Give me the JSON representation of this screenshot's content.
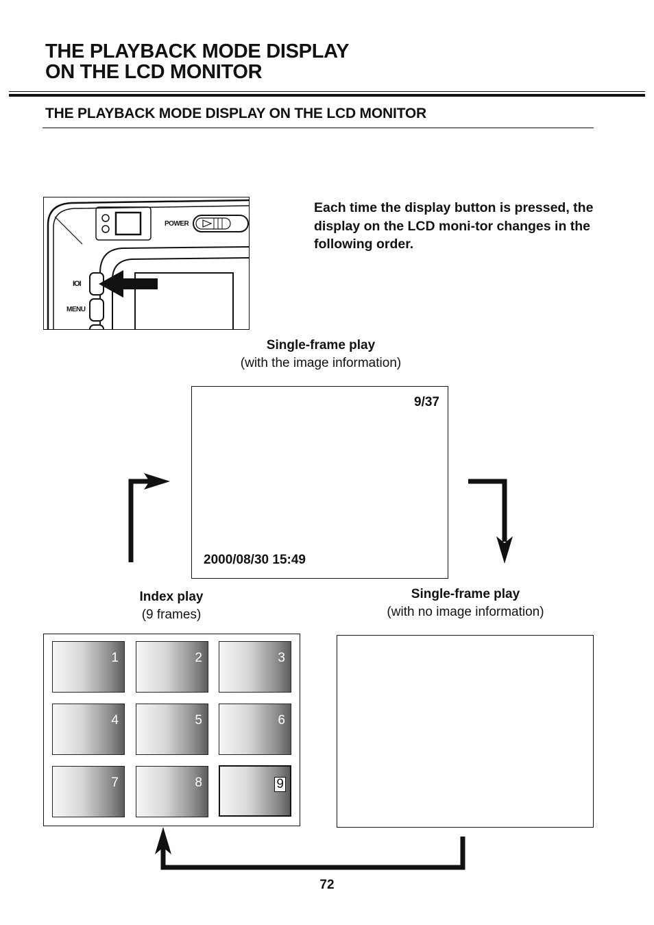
{
  "header": {
    "title_line1": "THE PLAYBACK MODE DISPLAY",
    "title_line2": "ON THE LCD MONITOR",
    "subtitle": "THE PLAYBACK MODE DISPLAY ON THE LCD MONITOR"
  },
  "camera_illustration": {
    "power_label": "POWER",
    "menu_label": "MENU",
    "display_button_label": "IOI"
  },
  "description": "Each time the display button is pressed, the display on the LCD moni-tor changes in the following order.",
  "modes": {
    "single_with_info": {
      "title": "Single-frame play",
      "detail": "(with the image information)",
      "counter": "9/37",
      "datetime": "2000/08/30 15:49"
    },
    "index_play": {
      "title": "Index play",
      "detail": "(9 frames)",
      "frames": [
        "1",
        "2",
        "3",
        "4",
        "5",
        "6",
        "7",
        "8",
        "9"
      ],
      "selected_frame": "9"
    },
    "single_no_info": {
      "title": "Single-frame play",
      "detail": "(with no image information)"
    }
  },
  "page_number": "72"
}
